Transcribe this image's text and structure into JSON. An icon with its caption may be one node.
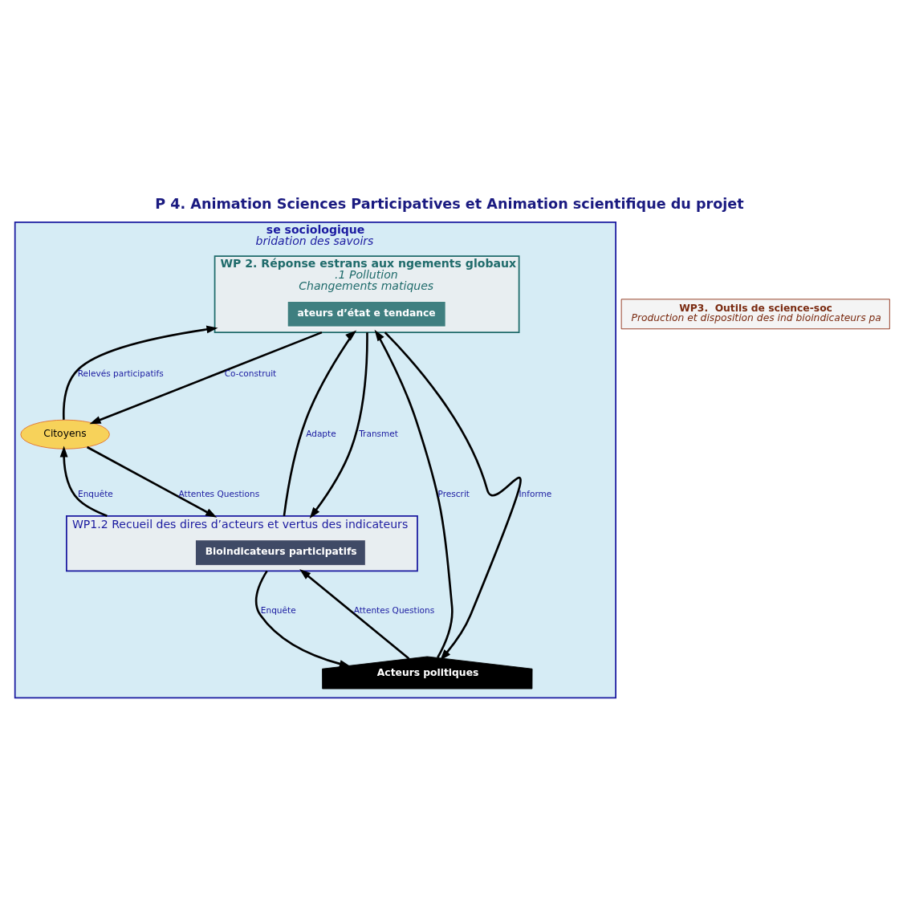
{
  "diagram": {
    "title": "P 4. Animation Sciences Participatives et Animation scientifique du projet",
    "nodes": [
      {
        "text": [
          "se sociologique",
          "bridation des savoirs"
        ]
      },
      {
        "text": [
          "WP 2. Réponse estrans aux ngements globaux",
          ".1 Pollution",
          "Changements matiques"
        ],
        "in": 0
      },
      {
        "text": [
          "ateurs d’état e tendance"
        ],
        "in": 1
      },
      {
        "text": [
          "Citoyens"
        ],
        "in": 0
      },
      {
        "text": [
          "WP1.2 Recueil des dires d’acteurs et vertus des indicateurs"
        ],
        "in": 0
      },
      {
        "text": [
          "Bioindicateurs participatifs"
        ],
        "in": 4
      },
      {
        "text": [
          "Acteurs politiques"
        ],
        "in": 0
      },
      {
        "text": [
          "WP3.  Outils de science-soc",
          "Production et disposition des ind bioindicateurs pa"
        ]
      }
    ],
    "edges": [
      {
        "from": 3,
        "to": 1,
        "arrow": "to",
        "label": "Relevés participatifs"
      },
      {
        "from": 1,
        "to": 3,
        "arrow": "to",
        "label": "Co-construit"
      },
      {
        "from": 4,
        "to": 3,
        "arrow": "to",
        "label": "Enquête"
      },
      {
        "from": 3,
        "to": 4,
        "arrow": "to",
        "label": "Attentes Questions"
      },
      {
        "from": 4,
        "to": 1,
        "arrow": "to",
        "label": "Adapte"
      },
      {
        "from": 1,
        "to": 4,
        "arrow": "to",
        "label": "Transmet"
      },
      {
        "from": 6,
        "to": 1,
        "arrow": "to",
        "label": "Prescrit"
      },
      {
        "from": 1,
        "to": 6,
        "arrow": "to",
        "label": "Informe"
      },
      {
        "from": 4,
        "to": 6,
        "arrow": "to",
        "label": "Enquête"
      },
      {
        "from": 6,
        "to": 4,
        "arrow": "to",
        "label": "Attentes Questions"
      }
    ]
  }
}
